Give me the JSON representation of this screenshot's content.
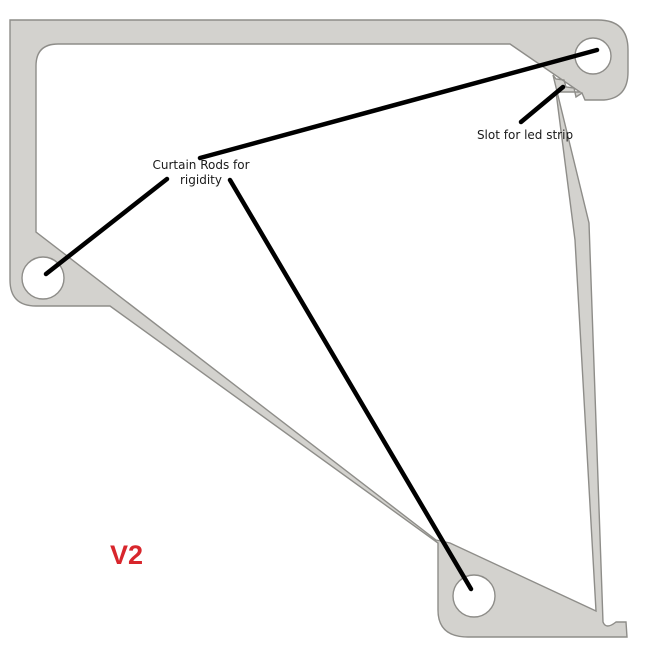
{
  "labels": {
    "rods_line1": "Curtain Rods for",
    "rods_line2": "rigidity",
    "slot": "Slot for led strip",
    "version": "V2"
  },
  "colors": {
    "profile_fill": "#d3d2ce",
    "profile_edge": "#8e8d89",
    "annotation": "#000000",
    "version": "#d8262c"
  }
}
